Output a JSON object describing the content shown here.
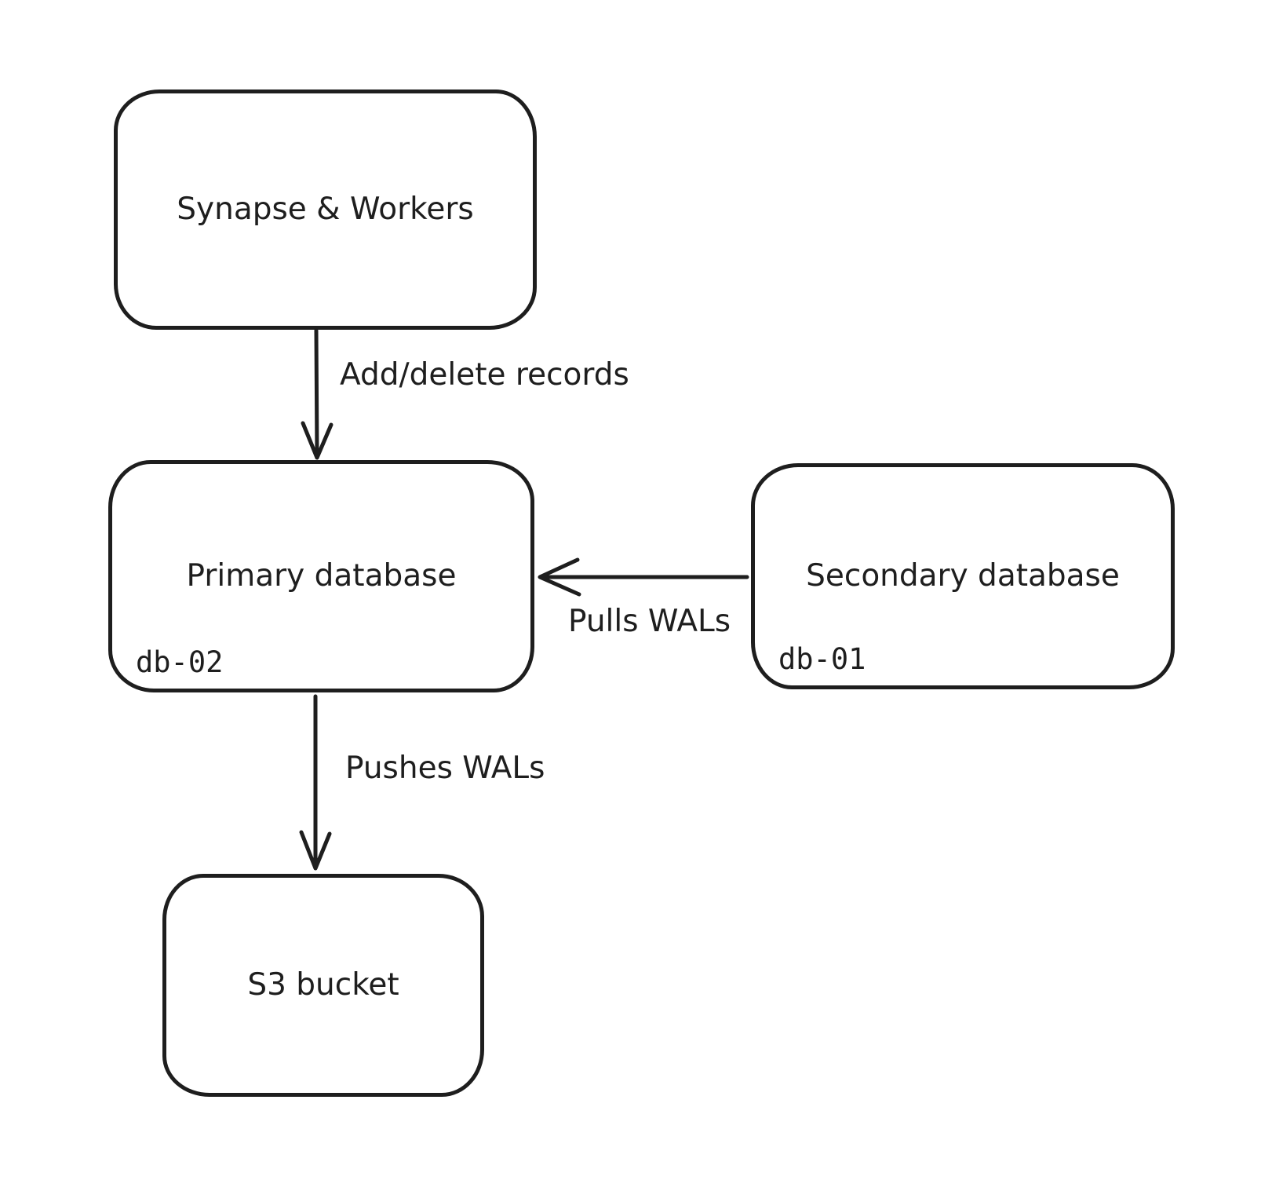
{
  "canvas": {
    "background": "#ffffff",
    "stroke_color": "#1e1e1e",
    "style": "hand-drawn"
  },
  "nodes": [
    {
      "id": "synapse-workers",
      "label": "Synapse & Workers"
    },
    {
      "id": "primary-database",
      "label": "Primary database",
      "tag": "db-02"
    },
    {
      "id": "secondary-database",
      "label": "Secondary database",
      "tag": "db-01"
    },
    {
      "id": "s3-bucket",
      "label": "S3 bucket"
    }
  ],
  "edges": [
    {
      "id": "add-delete-records",
      "from": "synapse-workers",
      "to": "primary-database",
      "label": "Add/delete records",
      "direction": "down"
    },
    {
      "id": "pulls-wals",
      "from": "secondary-database",
      "to": "primary-database",
      "label": "Pulls WALs",
      "direction": "left"
    },
    {
      "id": "pushes-wals",
      "from": "primary-database",
      "to": "s3-bucket",
      "label": "Pushes WALs",
      "direction": "down"
    }
  ]
}
